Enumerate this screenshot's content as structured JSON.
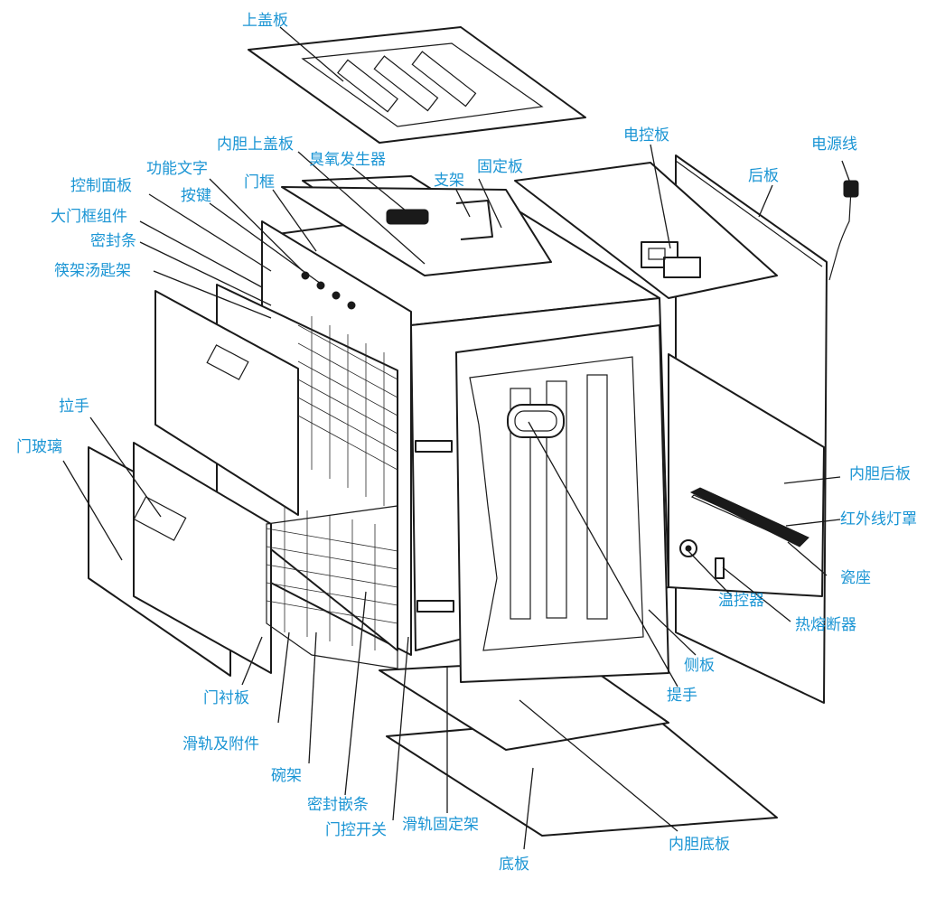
{
  "labels": {
    "top_cover": "上盖板",
    "inner_top_cover": "内胆上盖板",
    "ozone_generator": "臭氧发生器",
    "fixing_plate": "固定板",
    "control_board": "电控板",
    "power_cord": "电源线",
    "bracket": "支架",
    "back_panel": "后板",
    "door_frame": "门框",
    "function_text": "功能文字",
    "buttons": "按键",
    "control_panel": "控制面板",
    "big_door_frame_assembly": "大门框组件",
    "sealing_strip": "密封条",
    "chopstick_spoon_rack": "筷架汤匙架",
    "handle": "拉手",
    "door_glass": "门玻璃",
    "inner_back_panel": "内胆后板",
    "infrared_lamp_cover": "红外线灯罩",
    "ceramic_seat": "瓷座",
    "thermostat": "温控器",
    "thermal_fuse": "热熔断器",
    "side_panel": "侧板",
    "lift_handle": "提手",
    "door_liner": "门衬板",
    "slide_rail_accessories": "滑轨及附件",
    "bowl_rack": "碗架",
    "sealing_insert_strip": "密封嵌条",
    "door_switch": "门控开关",
    "slide_rail_bracket": "滑轨固定架",
    "inner_bottom_plate": "内胆底板",
    "bottom_plate": "底板"
  },
  "colors": {
    "label": "#1b95d4",
    "line": "#1a1a1a",
    "background": "#ffffff"
  }
}
